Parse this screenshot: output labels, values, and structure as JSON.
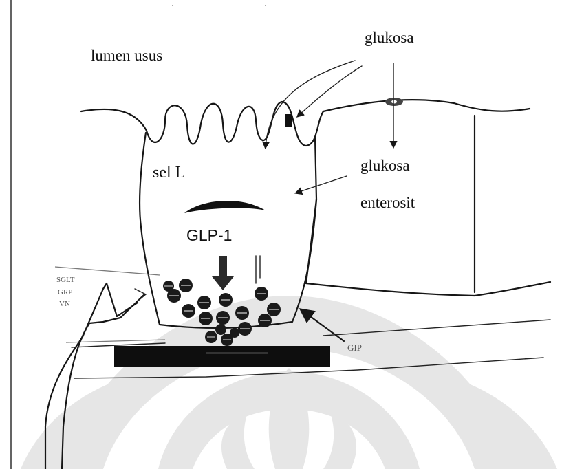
{
  "labels": {
    "lumen": "lumen usus",
    "glucose_top": "glukosa",
    "cell_l": "sel L",
    "glucose_mid": "glukosa",
    "enterocyte": "enterosit",
    "glp1": "GLP-1",
    "left_faint": [
      "SGLT",
      "GRP",
      "VN"
    ],
    "right_faint": "GIP"
  },
  "colors": {
    "ink": "#161616",
    "watermark": "#e6e6e6"
  },
  "icons": {
    "transporter": "sglt-transporter-icon",
    "channel": "glucose-channel-icon"
  },
  "granules": {
    "count": 17
  }
}
